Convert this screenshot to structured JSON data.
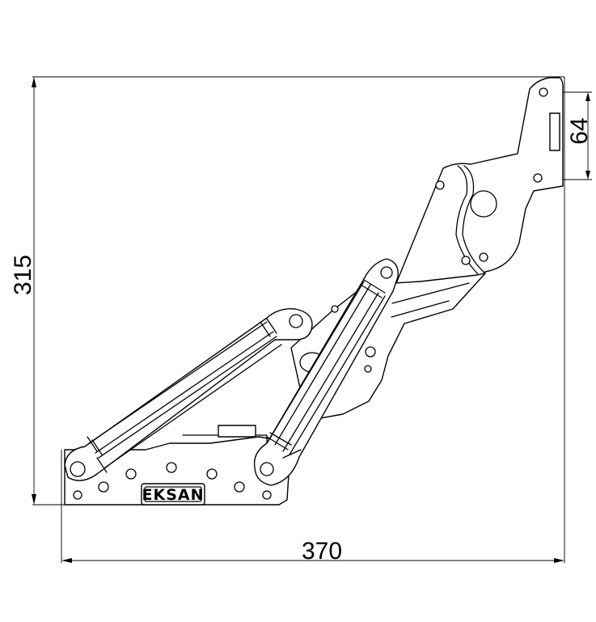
{
  "dimensions": {
    "height": "315",
    "width": "370",
    "hole_spacing": "64"
  },
  "brand": {
    "label": "EKSAN"
  },
  "colors": {
    "line": "#000000",
    "background": "#ffffff"
  }
}
